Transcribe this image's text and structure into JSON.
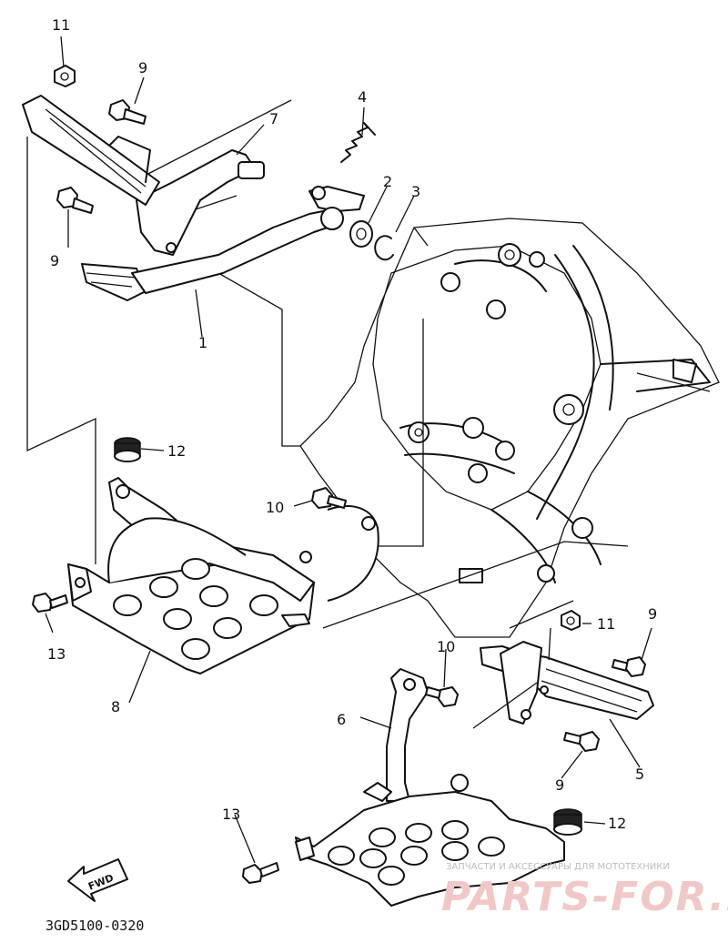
{
  "diagram_code": "3GD5100-0320",
  "direction_label": "FWD",
  "watermark": {
    "small_text": "ЗАПЧАСТИ И АКСЕССУАРЫ ДЛЯ МОТОТЕХНИКИ",
    "big_text": "PARTS-FOR.RU"
  },
  "callouts": {
    "c1": "1",
    "c2": "2",
    "c3": "3",
    "c4": "4",
    "c5": "5",
    "c6": "6",
    "c7": "7",
    "c8": "8",
    "c9a": "9",
    "c9b": "9",
    "c9c": "9",
    "c9d": "9",
    "c10a": "10",
    "c10b": "10",
    "c11a": "11",
    "c11b": "11",
    "c12a": "12",
    "c12b": "12",
    "c13a": "13",
    "c13b": "13"
  }
}
